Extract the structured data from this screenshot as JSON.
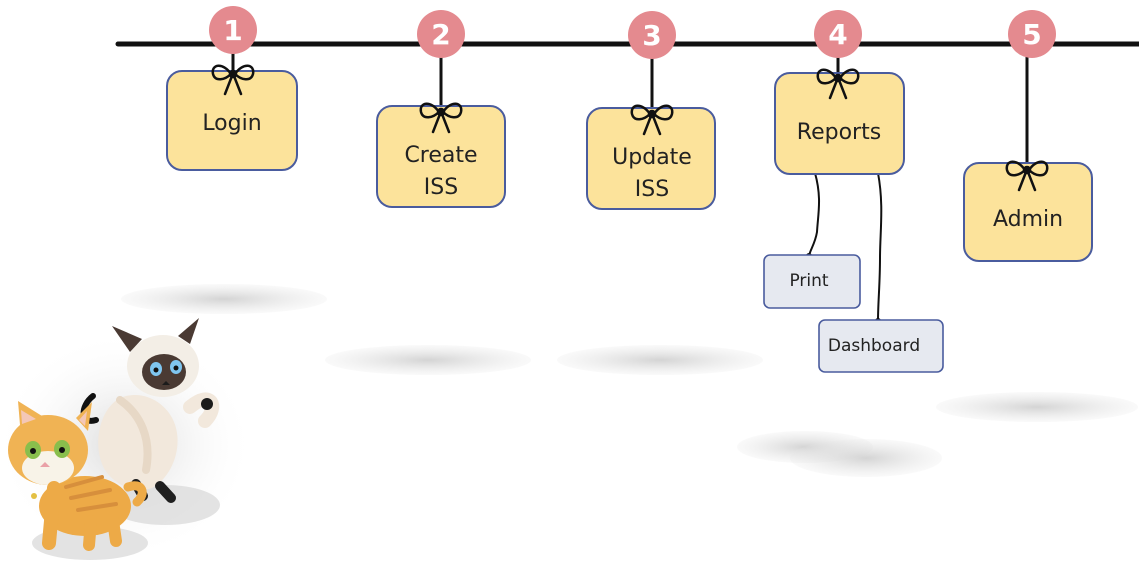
{
  "colors": {
    "card_fill": "#FCE39B",
    "card_stroke": "#4A5C9E",
    "sub_card_fill": "#E6E9F0",
    "badge_fill": "#E48A8F",
    "line": "#111111",
    "shadow": "#D9D9D9"
  },
  "steps": [
    {
      "number": "1",
      "lines": [
        "Login"
      ]
    },
    {
      "number": "2",
      "lines": [
        "Create",
        "ISS"
      ]
    },
    {
      "number": "3",
      "lines": [
        "Update",
        "ISS"
      ]
    },
    {
      "number": "4",
      "lines": [
        "Reports"
      ]
    },
    {
      "number": "5",
      "lines": [
        "Admin"
      ]
    }
  ],
  "sub_items": [
    {
      "parent": "4",
      "label": "Print"
    },
    {
      "parent": "4",
      "label": "Dashboard"
    }
  ],
  "illustration": {
    "icon": "two-cartoon-cats"
  }
}
